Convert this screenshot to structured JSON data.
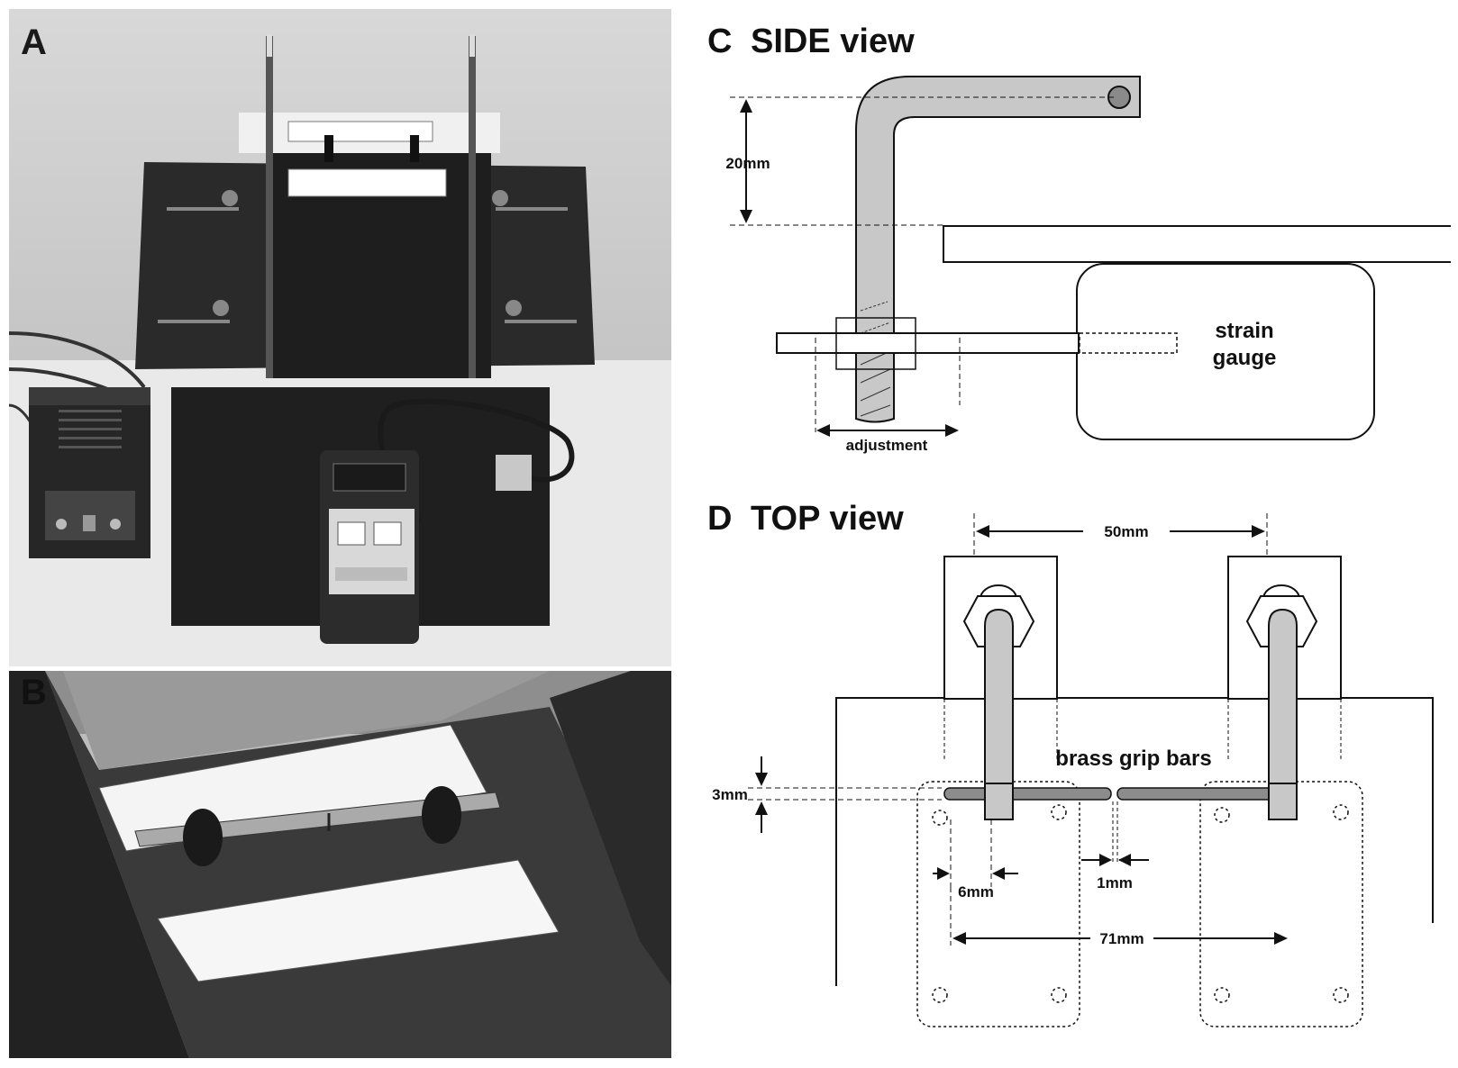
{
  "panels": {
    "a": {
      "letter": "A"
    },
    "b": {
      "letter": "B"
    },
    "c": {
      "letter": "C",
      "title": "SIDE view",
      "labels": {
        "height": "20mm",
        "adjustment": "adjustment",
        "strain_line1": "strain",
        "strain_line2": "gauge"
      }
    },
    "d": {
      "letter": "D",
      "title": "TOP view",
      "labels": {
        "spacing_top": "50mm",
        "grip_bars": "brass grip bars",
        "thickness": "3mm",
        "bar_width": "6mm",
        "gap": "1mm",
        "spacing_bottom": "71mm"
      }
    }
  },
  "colors": {
    "photo_dark": "#2e2e2e",
    "photo_wall": "#cfcfcf",
    "photo_table": "#e6e6e6",
    "bar_fill": "#c8c8c8",
    "line": "#111111"
  }
}
